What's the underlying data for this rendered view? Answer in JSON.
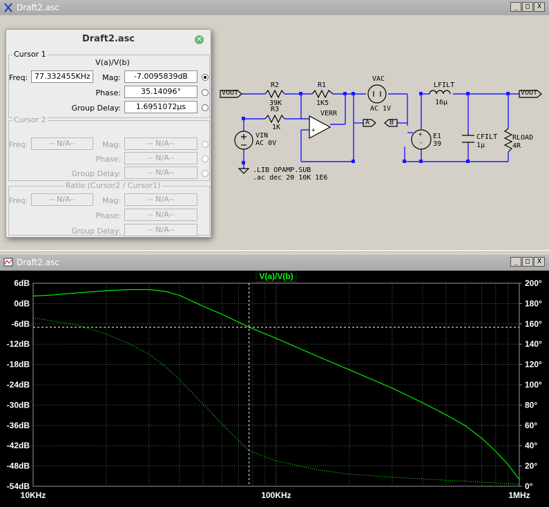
{
  "schematic_window": {
    "title": "Draft2.asc",
    "buttons": [
      "_",
      "□",
      "X"
    ]
  },
  "waveform_window": {
    "title": "Draft2.asc",
    "buttons": [
      "_",
      "□",
      "X"
    ]
  },
  "cursor_dialog": {
    "title": "Draft2.asc",
    "cursor1": {
      "legend": "Cursor 1",
      "expression": "V(a)/V(b)",
      "freq_label": "Freq:",
      "freq": "77.332455KHz",
      "mag_label": "Mag:",
      "mag": "-7.0095839dB",
      "phase_label": "Phase:",
      "phase": "35.14096°",
      "gd_label": "Group Delay:",
      "gd": "1.6951072µs"
    },
    "cursor2": {
      "legend": "Cursor 2",
      "freq_label": "Freq:",
      "freq": "-- N/A--",
      "mag_label": "Mag:",
      "mag": "-- N/A--",
      "phase_label": "Phase:",
      "phase": "-- N/A--",
      "gd_label": "Group Delay:",
      "gd": "-- N/A--"
    },
    "ratio": {
      "legend": "Ratio (Cursor2 / Cursor1)",
      "freq_label": "Freq:",
      "freq": "-- N/A--",
      "mag_label": "Mag:",
      "mag": "-- N/A--",
      "phase_label": "Phase:",
      "phase": "-- N/A--",
      "gd_label": "Group Delay:",
      "gd": "-- N/A--"
    }
  },
  "schematic_labels": {
    "vout_in": "VOUT",
    "vout_out": "VOUT",
    "r2": "R2",
    "r2_val": "39K",
    "r1": "R1",
    "r1_val": "1K5",
    "r3": "R3",
    "r3_val": "1K",
    "verr": "VERR",
    "vac": "VAC",
    "vac_val": "AC 1V",
    "vin": "VIN",
    "vin_val": "AC 0V",
    "flag_a": "A",
    "flag_b": "B",
    "e1": "E1",
    "e1_val": "39",
    "lfilt": "LFILT",
    "lfilt_val": "16µ",
    "cfilt": "CFILT",
    "cfilt_val": "1µ",
    "rload": "RLOAD",
    "rload_val": "4R",
    "directive1": ".LIB OPAMP.SUB",
    "directive2": ".ac dec 20 10K 1E6",
    "plus": "+",
    "minus": "-"
  },
  "chart_data": {
    "type": "line",
    "trace_label": "V(a)/V(b)",
    "x_scale": "log",
    "xlim": [
      10000,
      1000000
    ],
    "x_ticks": [
      "10KHz",
      "100KHz",
      "1MHz"
    ],
    "ylim_left": [
      -54,
      6
    ],
    "y_ticks_left": [
      "6dB",
      "0dB",
      "-6dB",
      "-12dB",
      "-18dB",
      "-24dB",
      "-30dB",
      "-36dB",
      "-42dB",
      "-48dB",
      "-54dB"
    ],
    "ylim_right": [
      0,
      200
    ],
    "y_ticks_right": [
      "200°",
      "180°",
      "160°",
      "140°",
      "120°",
      "100°",
      "80°",
      "60°",
      "40°",
      "20°",
      "0°"
    ],
    "series": [
      {
        "role": "magnitude_dB",
        "color": "#00ff00",
        "style": "solid",
        "x": [
          10000,
          12000,
          15000,
          20000,
          25000,
          30000,
          35000,
          40000,
          50000,
          60000,
          77332,
          100000,
          150000,
          200000,
          300000,
          400000,
          500000,
          600000,
          700000,
          800000,
          900000,
          1000000
        ],
        "y": [
          2.2,
          2.5,
          3.1,
          3.8,
          4.1,
          4.1,
          3.6,
          2.4,
          -0.8,
          -3.2,
          -7.0,
          -10.3,
          -15.8,
          -19.6,
          -25.0,
          -29.3,
          -32.9,
          -36.1,
          -39.8,
          -43.7,
          -47.6,
          -52.0
        ]
      },
      {
        "role": "phase_deg",
        "color": "#00ff00",
        "style": "dotted",
        "x": [
          10000,
          15000,
          20000,
          25000,
          30000,
          35000,
          40000,
          50000,
          60000,
          77332,
          100000,
          150000,
          200000,
          300000,
          500000,
          700000,
          1000000
        ],
        "y": [
          166,
          159,
          150,
          140,
          130,
          118,
          105,
          81,
          61,
          35,
          25,
          16,
          12,
          9,
          6,
          4,
          2
        ]
      }
    ],
    "cursor": {
      "freq": 77332,
      "mag_db": -7.0095839
    },
    "colors": {
      "background": "#000000",
      "grid": "#9a9a9a",
      "trace": "#00ff00",
      "cursor": "#ffffff"
    }
  }
}
